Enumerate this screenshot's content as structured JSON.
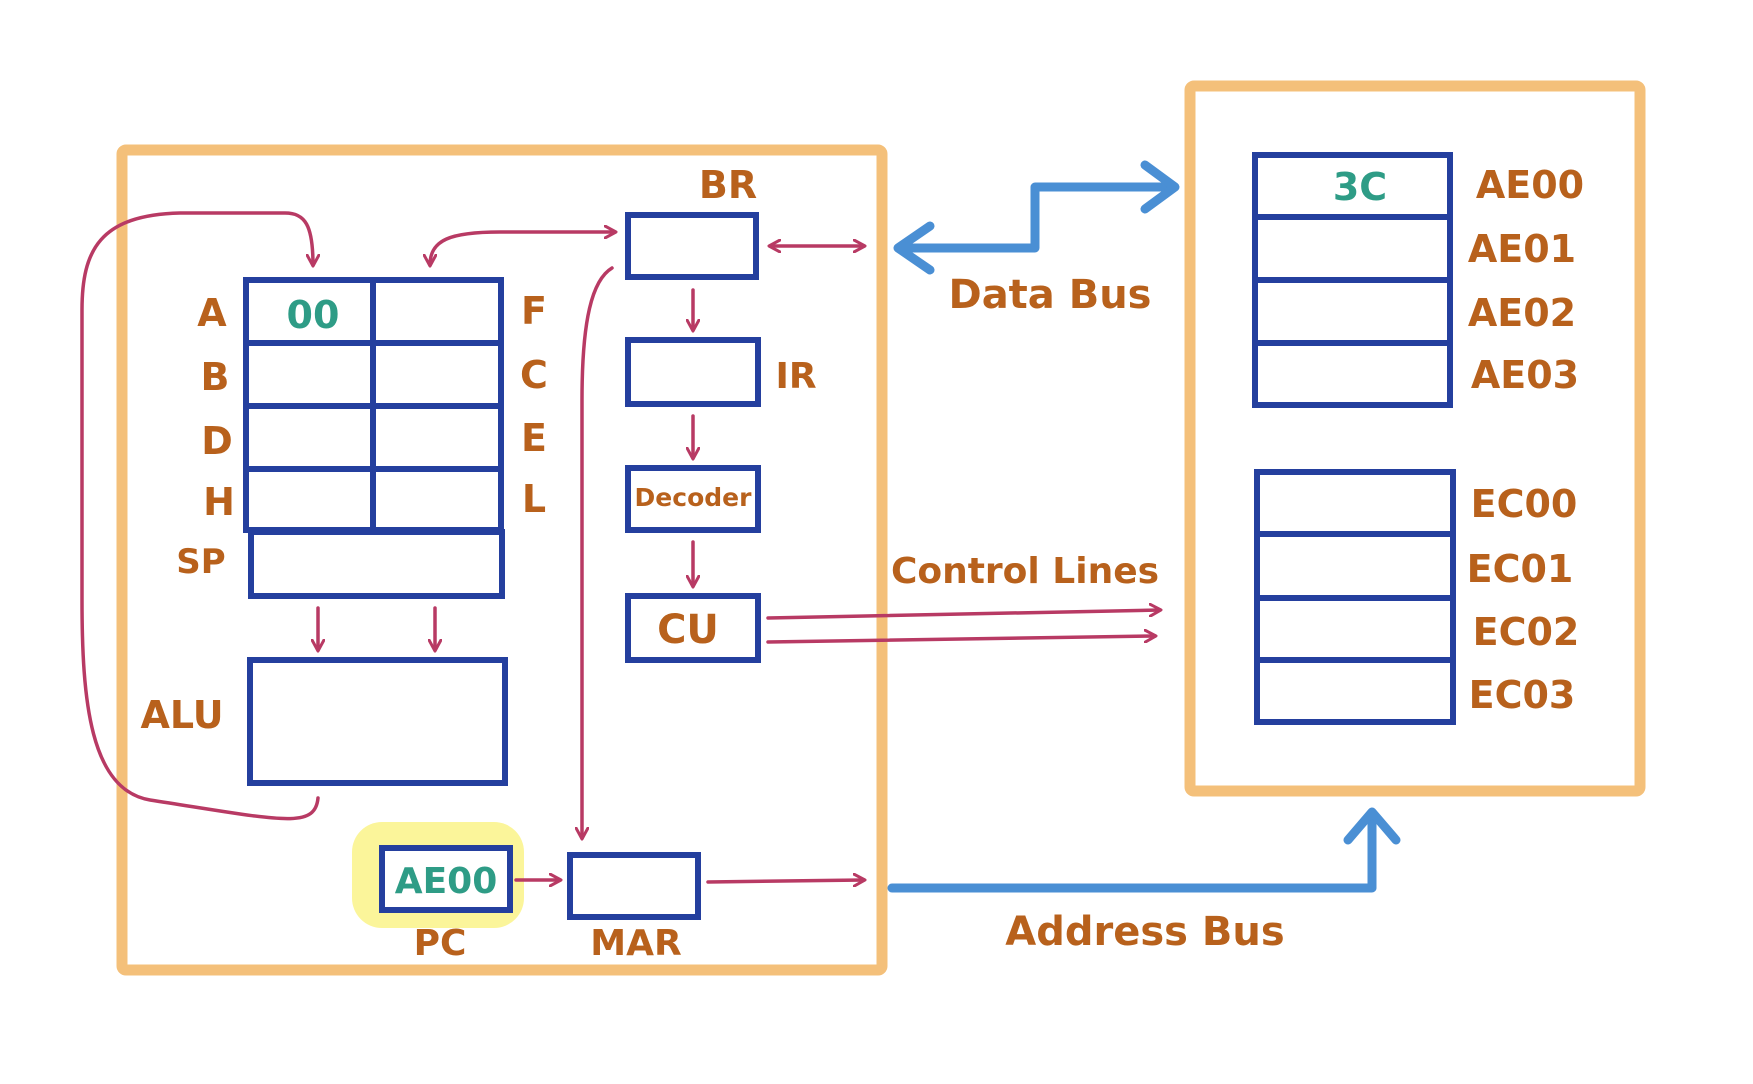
{
  "cpu": {
    "registers": {
      "A": "A",
      "F": "F",
      "B": "B",
      "C": "C",
      "D": "D",
      "E": "E",
      "H": "H",
      "L": "L",
      "SP": "SP",
      "a_value": "00"
    },
    "alu_label": "ALU",
    "br_label": "BR",
    "ir_label": "IR",
    "decoder_label": "Decoder",
    "cu_label": "CU",
    "pc_label": "PC",
    "pc_value": "AE00",
    "mar_label": "MAR"
  },
  "buses": {
    "data": "Data Bus",
    "control": "Control Lines",
    "address": "Address Bus"
  },
  "memory": {
    "block1": [
      {
        "address": "AE00",
        "value": "3C"
      },
      {
        "address": "AE01",
        "value": ""
      },
      {
        "address": "AE02",
        "value": ""
      },
      {
        "address": "AE03",
        "value": ""
      }
    ],
    "block2": [
      {
        "address": "EC00",
        "value": ""
      },
      {
        "address": "EC01",
        "value": ""
      },
      {
        "address": "EC02",
        "value": ""
      },
      {
        "address": "EC03",
        "value": ""
      }
    ]
  },
  "colors": {
    "frame": "#f4c07a",
    "register": "#243f9e",
    "wire": "#b83a64",
    "bus": "#4a8fd4",
    "label": "#b8611c",
    "value": "#2e9c86",
    "highlight": "#fbf59a"
  }
}
